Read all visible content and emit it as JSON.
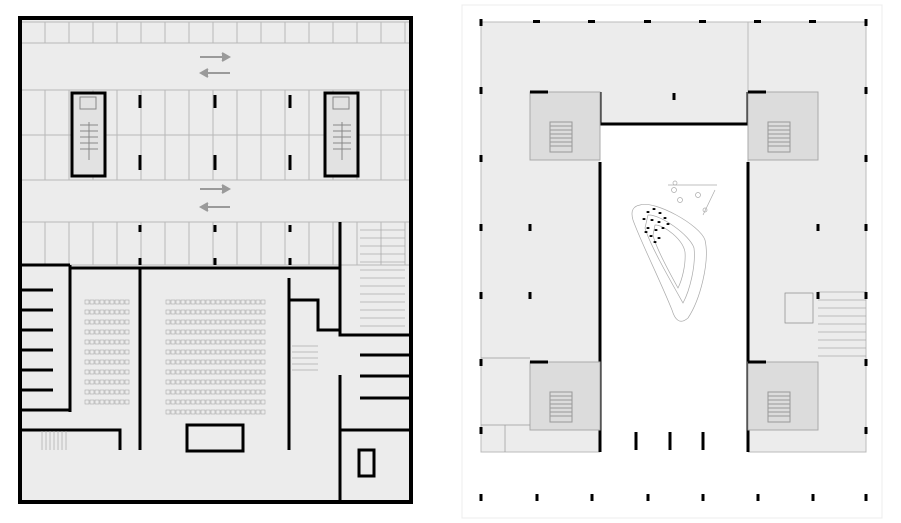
{
  "colors": {
    "background": "#ffffff",
    "floor_fill": "#ececec",
    "core_fill": "#d9d9d9",
    "wall": "#000000",
    "thin_line": "#b5b5b5",
    "arrow": "#9a9a9a"
  },
  "plans": [
    {
      "id": "left",
      "kind": "parking-and-auditorium-floor-plan"
    },
    {
      "id": "right",
      "kind": "courtyard-floor-plan"
    }
  ]
}
